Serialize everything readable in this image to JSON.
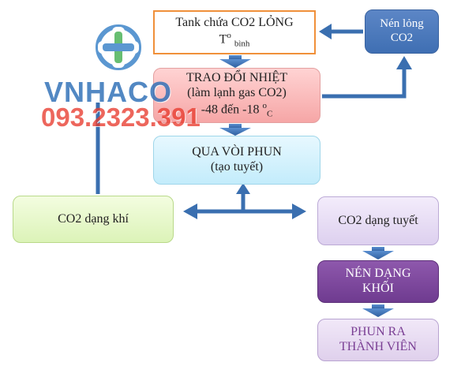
{
  "nodes": {
    "tank": {
      "line1": "Tank chứa CO2 LỎNG",
      "line2": "T",
      "sup": "o",
      "sub": "bình"
    },
    "nen_long": {
      "line1": "Nén lỏng",
      "line2": "CO2"
    },
    "trao_doi": {
      "line1": "TRAO ĐỔI NHIỆT",
      "line2": "(làm lạnh gas CO2)",
      "line3": "-48 đến -18",
      "sup": "o",
      "sub": "C"
    },
    "qua_voi": {
      "line1": "QUA VÒI PHUN",
      "line2": "(tạo tuyết)"
    },
    "co2_khi": {
      "line1": "CO2 dạng khí"
    },
    "co2_tuyet": {
      "line1": "CO2 dạng tuyết"
    },
    "nen_khoi": {
      "line1": "NÉN DẠNG",
      "line2": "KHỐI"
    },
    "phun_ra": {
      "line1": "PHUN RA",
      "line2": "THÀNH VIÊN"
    }
  },
  "watermark": {
    "brand": "VNHACO",
    "phone": "093.2323.391"
  },
  "colors": {
    "arrow": "#3a6fb0",
    "tank_border": "#f0903a",
    "nen_long_fill": "#4f7bbf",
    "nen_khoi_fill": "#7a4499",
    "phone": "#e83c2f",
    "brand": "#2d6fb7"
  }
}
